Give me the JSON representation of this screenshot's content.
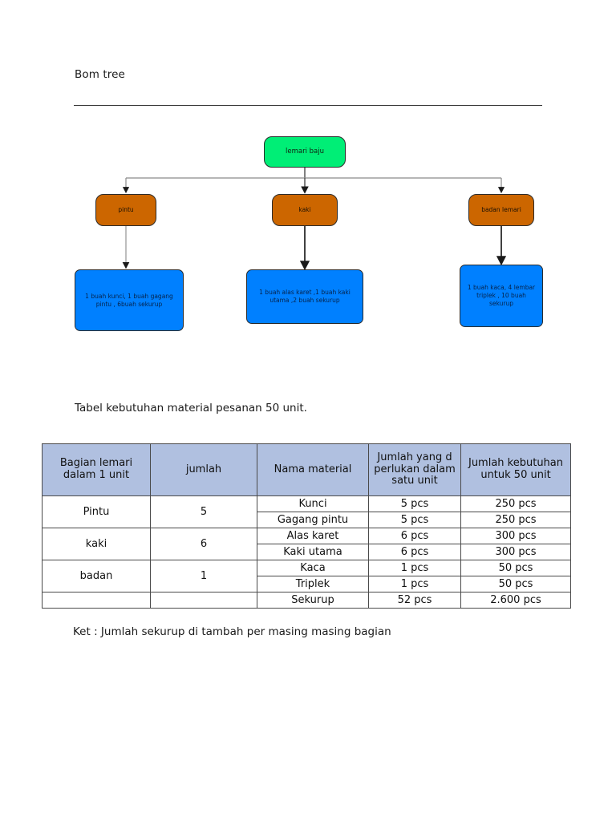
{
  "document": {
    "title": "Bom tree",
    "table_caption": "Tabel kebutuhan material pesanan 50 unit.",
    "note": "Ket : Jumlah sekurup di tambah per masing masing bagian"
  },
  "diagram": {
    "root": {
      "label": "lemari baju",
      "color": "#00ee76"
    },
    "mid_nodes": [
      {
        "label": "pintu",
        "color": "#cc6600"
      },
      {
        "label": "kaki",
        "color": "#cc6600"
      },
      {
        "label": "badan lemari",
        "color": "#cc6600"
      }
    ],
    "leaf_nodes": [
      {
        "label": "1 buah kunci, 1 buah gagang pintu , 6buah sekurup",
        "color": "#0080ff"
      },
      {
        "label": "1 buah alas karet ,1 buah kaki utama ,2 buah sekurup",
        "color": "#0080ff"
      },
      {
        "label": "1 buah kaca, 4 lembar triplek , 10 buah sekurup",
        "color": "#0080ff"
      }
    ],
    "connector_color": "#808080",
    "arrow_color": "#1a1a1a"
  },
  "table": {
    "header_background": "#b0c0e0",
    "headers": [
      "Bagian lemari dalam 1 unit",
      "jumlah",
      "Nama material",
      "Jumlah yang d perlukan dalam satu unit",
      "Jumlah kebutuhan untuk 50 unit"
    ],
    "rows": [
      {
        "bagian": "Pintu",
        "jumlah": "5",
        "material": "Kunci",
        "per_unit": "5 pcs",
        "total_50": "250 pcs"
      },
      {
        "bagian": "",
        "jumlah": "",
        "material": "Gagang pintu",
        "per_unit": "5 pcs",
        "total_50": "250 pcs"
      },
      {
        "bagian": "kaki",
        "jumlah": "6",
        "material": "Alas karet",
        "per_unit": "6 pcs",
        "total_50": "300 pcs"
      },
      {
        "bagian": "",
        "jumlah": "",
        "material": "Kaki utama",
        "per_unit": "6 pcs",
        "total_50": "300 pcs"
      },
      {
        "bagian": "badan",
        "jumlah": "1",
        "material": "Kaca",
        "per_unit": "1 pcs",
        "total_50": "50 pcs"
      },
      {
        "bagian": "",
        "jumlah": "",
        "material": "Triplek",
        "per_unit": "1 pcs",
        "total_50": "50 pcs"
      },
      {
        "bagian": "",
        "jumlah": "",
        "material": "Sekurup",
        "per_unit": "52 pcs",
        "total_50": "2.600 pcs"
      }
    ]
  }
}
